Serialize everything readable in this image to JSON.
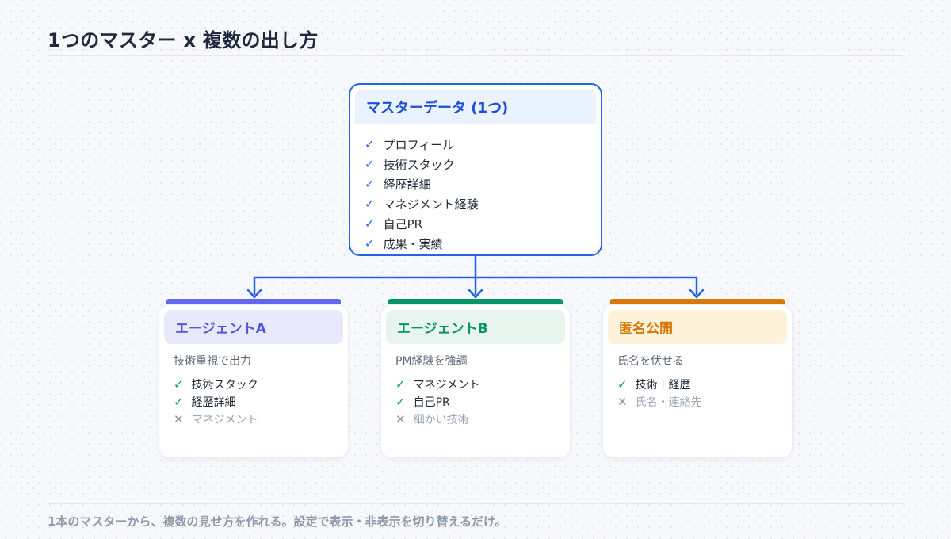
{
  "page": {
    "title": "1つのマスター x 複数の出し方",
    "footer": "1本のマスターから、複数の見せ方を作れる。設定で表示・非表示を切り替えるだけ。"
  },
  "icons": {
    "check": "✓",
    "cross": "✕"
  },
  "colors": {
    "connector": "#2563eb",
    "master_border": "#2563eb",
    "master_title": "#1d4ed8",
    "master_header_bg": "#eaf2fd",
    "master_check": "#2563eb",
    "item_text": "#1f2937",
    "included_check": "#16a34a",
    "excluded_icon": "#8b95a5",
    "excluded_text": "#9ca6b4"
  },
  "master": {
    "title": "マスターデータ (1つ)",
    "items": [
      "プロフィール",
      "技術スタック",
      "経歴詳細",
      "マネジメント経験",
      "自己PR",
      "成果・実績"
    ]
  },
  "cards": [
    {
      "title": "エージェントA",
      "subtitle": "技術重視で出力",
      "accent": "#6468f0",
      "header_bg": "#e8e9fb",
      "title_color": "#5356d8",
      "items": [
        {
          "label": "技術スタック",
          "included": true
        },
        {
          "label": "経歴詳細",
          "included": true
        },
        {
          "label": "マネジメント",
          "included": false
        }
      ]
    },
    {
      "title": "エージェントB",
      "subtitle": "PM経験を強調",
      "accent": "#079669",
      "header_bg": "#e7f5ee",
      "title_color": "#07916a",
      "items": [
        {
          "label": "マネジメント",
          "included": true
        },
        {
          "label": "自己PR",
          "included": true
        },
        {
          "label": "細かい技術",
          "included": false
        }
      ]
    },
    {
      "title": "匿名公開",
      "subtitle": "氏名を伏せる",
      "accent": "#d97908",
      "header_bg": "#fcf3da",
      "title_color": "#d97706",
      "items": [
        {
          "label": "技術＋経歴",
          "included": true
        },
        {
          "label": "氏名・連絡先",
          "included": false
        }
      ]
    }
  ]
}
